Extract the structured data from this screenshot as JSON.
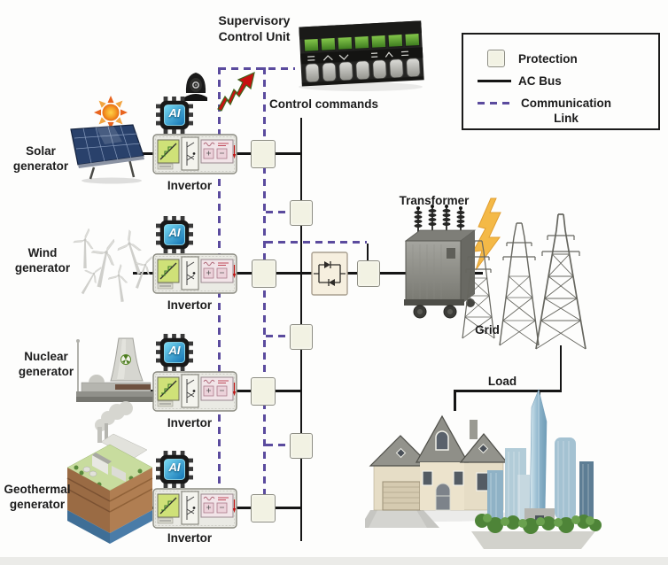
{
  "colors": {
    "ac_bus": "#151515",
    "communication_link": "#5b4b9e",
    "protection_fill": "#f2f2e3",
    "protection_border": "#8d8d83",
    "ai_chip_screen": "#2f9fd8"
  },
  "supervisory_control_unit": {
    "label_line1": "Supervisory",
    "label_line2": "Control Unit",
    "control_commands_label": "Control commands"
  },
  "legend": {
    "protection_label": "Protection",
    "ac_bus_label": "AC Bus",
    "communication_label_line1": "Communication",
    "communication_label_line2": "Link"
  },
  "generators": [
    {
      "type": "solar",
      "label_line1": "Solar",
      "label_line2": "generator",
      "inverter_label": "Invertor",
      "ai_chip_label": "AI"
    },
    {
      "type": "wind",
      "label_line1": "Wind",
      "label_line2": "generator",
      "inverter_label": "Invertor",
      "ai_chip_label": "AI"
    },
    {
      "type": "nuclear",
      "label_line1": "Nuclear",
      "label_line2": "generator",
      "inverter_label": "Invertor",
      "ai_chip_label": "AI"
    },
    {
      "type": "geothermal",
      "label_line1": "Geothermal",
      "label_line2": "generator",
      "inverter_label": "Invertor",
      "ai_chip_label": "AI"
    }
  ],
  "transformer": {
    "label": "Transformer"
  },
  "grid": {
    "label": "Grid"
  },
  "load": {
    "label": "Load"
  }
}
